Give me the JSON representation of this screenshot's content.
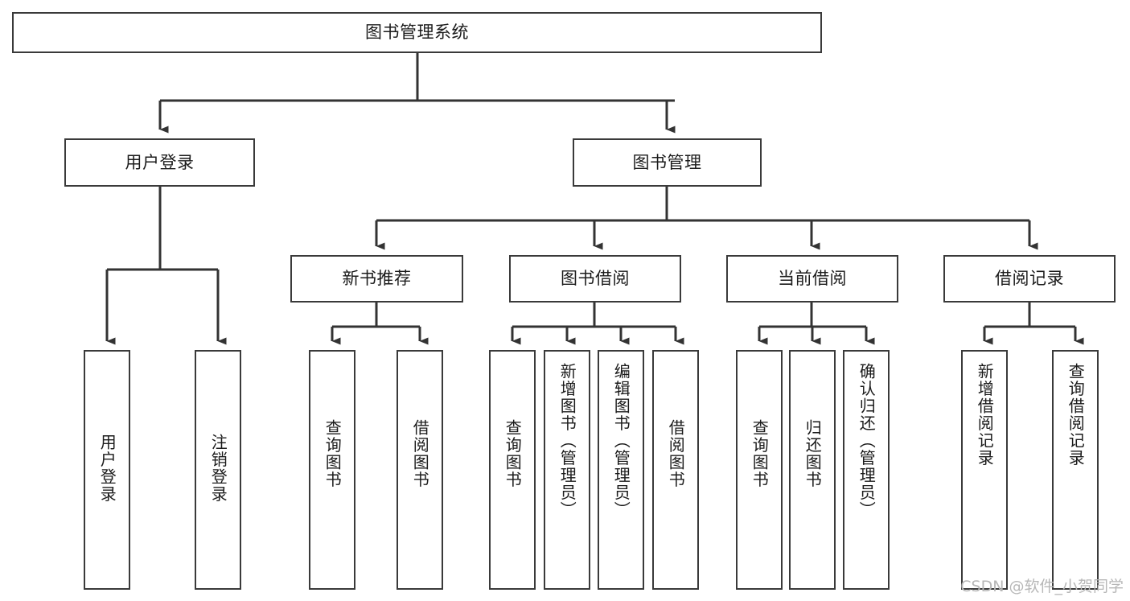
{
  "diagram": {
    "title": "图书管理系统",
    "type": "tree",
    "orientation": "top-down",
    "colors": {
      "box_border": "#3a3a3a",
      "box_fill": "#ffffff",
      "connector": "#333333",
      "text": "#1b1b1b",
      "watermark": "#b7b7b7",
      "background": "#ffffff"
    },
    "watermark": "CSDN @软件_小贺同学",
    "nodes": {
      "root": {
        "label": "图书管理系统"
      },
      "level2": [
        {
          "id": "user-login",
          "label": "用户登录"
        },
        {
          "id": "book-manage",
          "label": "图书管理"
        }
      ],
      "level3": [
        {
          "id": "new-book-recommend",
          "label": "新书推荐"
        },
        {
          "id": "book-borrow",
          "label": "图书借阅"
        },
        {
          "id": "current-borrow",
          "label": "当前借阅"
        },
        {
          "id": "borrow-record",
          "label": "借阅记录"
        }
      ],
      "leaves": [
        {
          "id": "leaf-user-login",
          "label": "用户登录",
          "parent": "user-login"
        },
        {
          "id": "leaf-logout-login",
          "label": "注销登录",
          "parent": "user-login"
        },
        {
          "id": "leaf-query-book-1",
          "label": "查询图书",
          "parent": "new-book-recommend"
        },
        {
          "id": "leaf-borrow-book-1",
          "label": "借阅图书",
          "parent": "new-book-recommend"
        },
        {
          "id": "leaf-query-book-2",
          "label": "查询图书",
          "parent": "book-borrow"
        },
        {
          "id": "leaf-add-book",
          "label": "新增图书（管理员）",
          "parent": "book-borrow"
        },
        {
          "id": "leaf-edit-book",
          "label": "编辑图书（管理员）",
          "parent": "book-borrow"
        },
        {
          "id": "leaf-borrow-book-2",
          "label": "借阅图书",
          "parent": "book-borrow"
        },
        {
          "id": "leaf-query-book-3",
          "label": "查询图书",
          "parent": "current-borrow"
        },
        {
          "id": "leaf-return-book",
          "label": "归还图书",
          "parent": "current-borrow"
        },
        {
          "id": "leaf-confirm-return",
          "label": "确认归还（管理员）",
          "parent": "current-borrow"
        },
        {
          "id": "leaf-add-record",
          "label": "新增借阅记录",
          "parent": "borrow-record"
        },
        {
          "id": "leaf-query-record",
          "label": "查询借阅记录",
          "parent": "borrow-record"
        }
      ]
    }
  }
}
